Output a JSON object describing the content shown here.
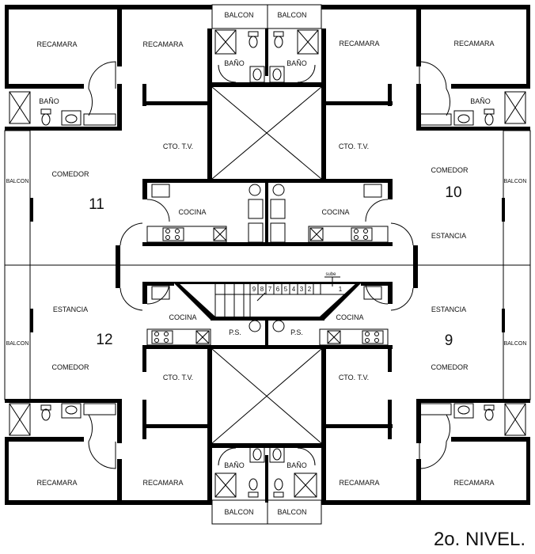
{
  "plan": {
    "level_title": "2o. NIVEL.",
    "units": [
      "11",
      "10",
      "12",
      "9"
    ],
    "rooms": {
      "recamara": "RECAMARA",
      "bano": "BAÑO",
      "balcon": "BALCON",
      "cto_tv": "CTO. T.V.",
      "comedor": "COMEDOR",
      "cocina": "COCINA",
      "estancia": "ESTANCIA",
      "ps": "P.S."
    },
    "stairs": {
      "sube": "sube",
      "steps": [
        "9",
        "8",
        "7",
        "6",
        "5",
        "4",
        "3",
        "2",
        "1"
      ]
    }
  }
}
